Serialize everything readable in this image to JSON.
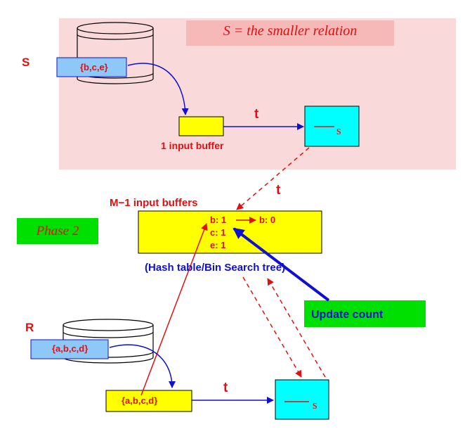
{
  "colors": {
    "pink_region": "#f9d9d9",
    "title_box": "#f7b8b8",
    "red": "#e01010",
    "blue": "#1010d0",
    "yellow": "#ffff00",
    "cyan": "#00ffff",
    "light_blue": "#8ec8f8",
    "green": "#00e000"
  },
  "top": {
    "title": "S = the smaller relation",
    "relation_label": "S",
    "tuple": "{b,c,e}",
    "buffer_label": "1 input buffer",
    "arrow_label": "t",
    "output_sub": "s"
  },
  "middle": {
    "arrow_label": "t",
    "buffers_label": "M−1 input buffers",
    "phase_label": "Phase 2",
    "entry_b": "b: 1",
    "entry_b_updated": "b: 0",
    "entry_c": "c: 1",
    "entry_e": "e: 1",
    "structure_label": "(Hash table/Bin Search tree)",
    "update_label": "Update count"
  },
  "bottom": {
    "relation_label": "R",
    "tuple": "{a,b,c,d}",
    "buffer_tuple": "{a,b,c,d}",
    "arrow_label": "t",
    "output_sub": "s"
  }
}
